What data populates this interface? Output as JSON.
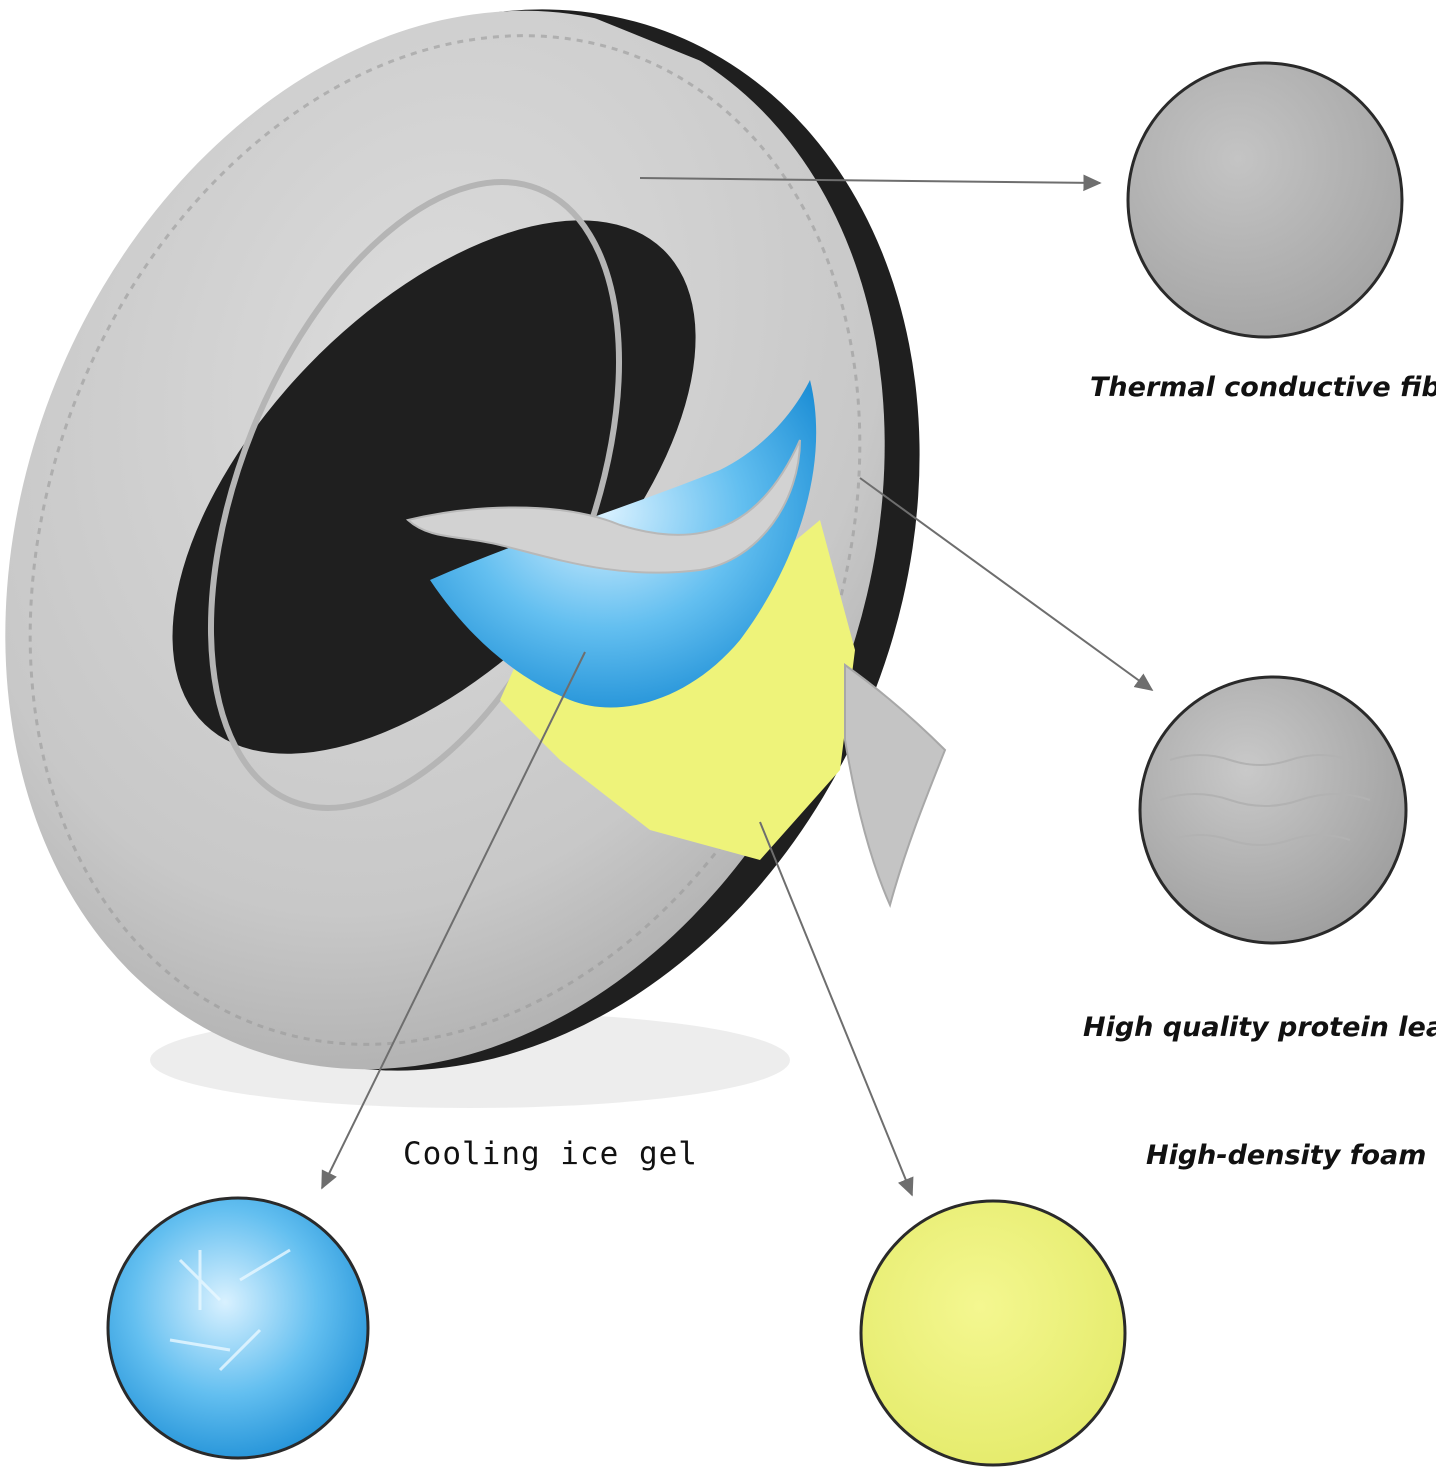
{
  "diagram": {
    "labels": {
      "thermal_fiber": "Thermal conductive fiber",
      "protein_leather": "High quality protein leather",
      "ice_gel": "Cooling ice gel",
      "foam": "High-density foam"
    },
    "colors": {
      "fabric": "#c9c9c9",
      "fabric_light": "#d8d8d8",
      "leather": "#bdbdbd",
      "gel": "#3aa6e6",
      "gel_light": "#a9dcfa",
      "foam": "#eef37a",
      "back_plate": "#1f1f1f",
      "arrow": "#6e6e6e",
      "text": "#111111"
    }
  }
}
